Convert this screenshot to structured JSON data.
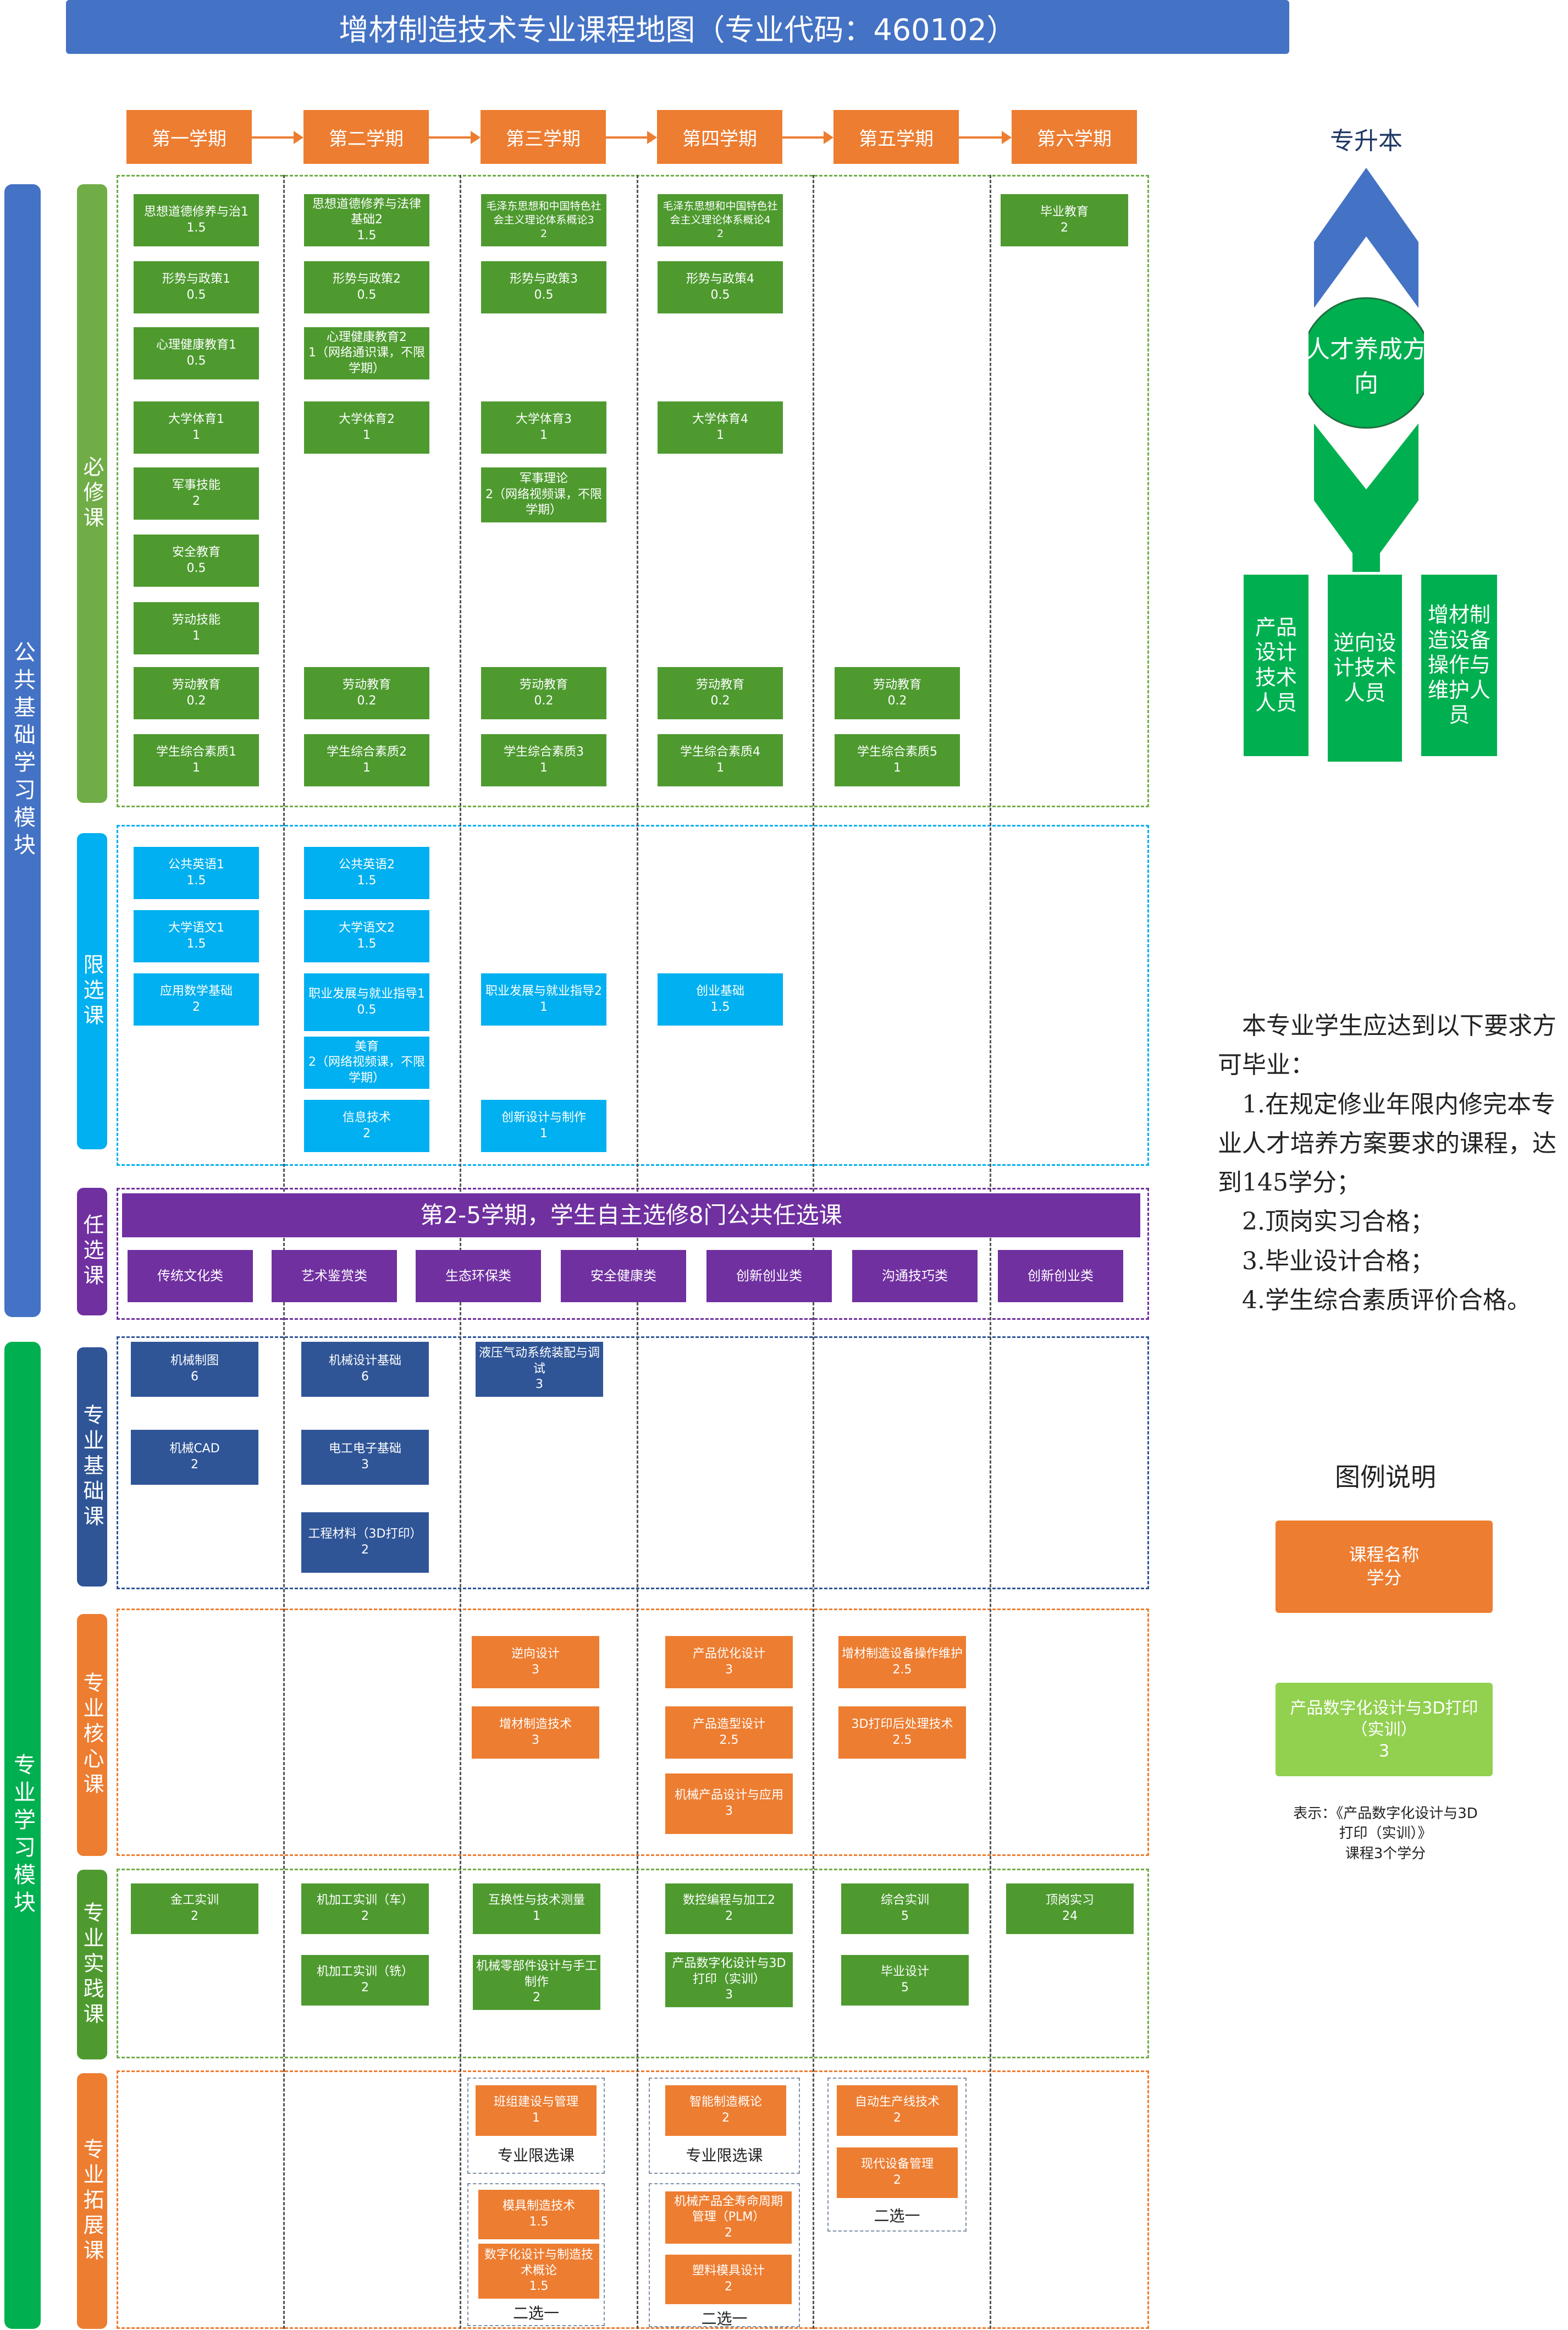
{
  "title": "增材制造技术专业课程地图（专业代码：460102）",
  "semesters": [
    "第一学期",
    "第二学期",
    "第三学期",
    "第四学期",
    "第五学期",
    "第六学期"
  ],
  "modules": {
    "public": "公共基础学习模块",
    "major": "专业学习模块"
  },
  "categories": {
    "required": "必修课",
    "limited": "限选课",
    "optional": "任选课",
    "prof_basic": "专业基础课",
    "prof_core": "专业核心课",
    "prof_practice": "专业实践课",
    "prof_extension": "专业拓展课"
  },
  "required_courses": {
    "思想道德修养与治": [
      "思想道德修养与治1",
      "1.5"
    ],
    "moral2": [
      "思想道德修养与法律基础2",
      "1.5"
    ],
    "mao3": [
      "毛泽东思想和中国特色社会主义理论体系概论3",
      "2"
    ],
    "mao4": [
      "毛泽东思想和中国特色社会主义理论体系概论4",
      "2"
    ],
    "grad_edu": [
      "毕业教育",
      "2"
    ],
    "policy1": [
      "形势与政策1",
      "0.5"
    ],
    "policy2": [
      "形势与政策2",
      "0.5"
    ],
    "policy3": [
      "形势与政策3",
      "0.5"
    ],
    "policy4": [
      "形势与政策4",
      "0.5"
    ],
    "mental1": [
      "心理健康教育1",
      "0.5"
    ],
    "mental2": [
      "心理健康教育2",
      "1（网络通识课，不限学期）"
    ],
    "pe1": [
      "大学体育1",
      "1"
    ],
    "pe2": [
      "大学体育2",
      "1"
    ],
    "pe3": [
      "大学体育3",
      "1"
    ],
    "pe4": [
      "大学体育4",
      "1"
    ],
    "military_skill": [
      "军事技能",
      "2"
    ],
    "military_theory": [
      "军事理论",
      "2（网络视频课，不限学期）"
    ],
    "safety": [
      "安全教育",
      "0.5"
    ],
    "labor_skill": [
      "劳动技能",
      "1"
    ],
    "labor": [
      "劳动教育",
      "0.2"
    ],
    "quality1": [
      "学生综合素质1",
      "1"
    ],
    "quality2": [
      "学生综合素质2",
      "1"
    ],
    "quality3": [
      "学生综合素质3",
      "1"
    ],
    "quality4": [
      "学生综合素质4",
      "1"
    ],
    "quality5": [
      "学生综合素质5",
      "1"
    ]
  },
  "limited_courses": {
    "english1": [
      "公共英语1",
      "1.5"
    ],
    "english2": [
      "公共英语2",
      "1.5"
    ],
    "chinese1": [
      "大学语文1",
      "1.5"
    ],
    "chinese2": [
      "大学语文2",
      "1.5"
    ],
    "math": [
      "应用数学基础",
      "2"
    ],
    "career1": [
      "职业发展与就业指导1",
      "0.5"
    ],
    "career2": [
      "职业发展与就业指导2",
      "1"
    ],
    "entre": [
      "创业基础",
      "1.5"
    ],
    "art": [
      "美育",
      "2（网络视频课，不限学期）"
    ],
    "it": [
      "信息技术",
      "2"
    ],
    "innov": [
      "创新设计与制作",
      "1"
    ]
  },
  "optional": {
    "banner": "第2-5学期，学生自主选修8门公共任选课",
    "items": [
      "传统文化类",
      "艺术鉴赏类",
      "生态环保类",
      "安全健康类",
      "创新创业类",
      "沟通技巧类",
      "创新创业类"
    ]
  },
  "basic_courses": {
    "drawing": [
      "机械制图",
      "6"
    ],
    "cad": [
      "机械CAD",
      "2"
    ],
    "mech_design": [
      "机械设计基础",
      "6"
    ],
    "electro": [
      "电工电子基础",
      "3"
    ],
    "material": [
      "工程材料（3D打印）",
      "2"
    ],
    "hydraulic": [
      "液压气动系统装配与调试",
      "3"
    ]
  },
  "core_courses": {
    "reverse": [
      "逆向设计",
      "3"
    ],
    "am_tech": [
      "增材制造技术",
      "3"
    ],
    "product_opt": [
      "产品优化设计",
      "3"
    ],
    "product_model": [
      "产品造型设计",
      "2.5"
    ],
    "mech_product": [
      "机械产品设计与应用",
      "3"
    ],
    "am_equip": [
      "增材制造设备操作维护",
      "2.5"
    ],
    "post": [
      "3D打印后处理技术",
      "2.5"
    ]
  },
  "practice_courses": {
    "metal": [
      "金工实训",
      "2"
    ],
    "lathe": [
      "机加工实训（车）",
      "2"
    ],
    "mill": [
      "机加工实训（铣）",
      "2"
    ],
    "tolerance": [
      "互换性与技术测量",
      "1"
    ],
    "parts": [
      "机械零部件设计与手工制作",
      "2"
    ],
    "cnc": [
      "数控编程与加工2",
      "2"
    ],
    "digital": [
      "产品数字化设计与3D打印（实训）",
      "3"
    ],
    "comprehensive": [
      "综合实训",
      "5"
    ],
    "thesis": [
      "毕业设计",
      "5"
    ],
    "intern": [
      "顶岗实习",
      "24"
    ]
  },
  "extension_courses": {
    "team": [
      "班组建设与管理",
      "1"
    ],
    "mold_tech": [
      "模具制造技术",
      "1.5"
    ],
    "digital_intro": [
      "数字化设计与制造技术概论",
      "1.5"
    ],
    "smart": [
      "智能制造概论",
      "2"
    ],
    "plm": [
      "机械产品全寿命周期管理（PLM）",
      "2"
    ],
    "plastic": [
      "塑料模具设计",
      "2"
    ],
    "auto_line": [
      "自动生产线技术",
      "2"
    ],
    "modern_equip": [
      "现代设备管理",
      "2"
    ]
  },
  "sub_labels": {
    "limited": "专业限选课",
    "choose": "二选一"
  },
  "direction": {
    "top": "专升本",
    "center": "人才养成方向",
    "roles": [
      "产品设计技术人员",
      "逆向设计技术人员",
      "增材制造设备操作与维护人员"
    ]
  },
  "requirements": {
    "intro": "本专业学生应达到以下要求方可毕业：",
    "items": [
      "1.在规定修业年限内修完本专业人才培养方案要求的课程，达到145学分；",
      "2.顶岗实习合格；",
      "3.毕业设计合格；",
      "4.学生综合素质评价合格。"
    ]
  },
  "legend": {
    "title": "图例说明",
    "box1_line1": "课程名称",
    "box1_line2": "学分",
    "box2_line1": "产品数字化设计与3D打印",
    "box2_line2": "（实训）",
    "box2_line3": "3",
    "note1": "表示：《产品数字化设计与3D",
    "note2": "打印（实训）》",
    "note3": "课程3个学分"
  },
  "colors": {
    "title": "#4472c4",
    "semester": "#ed7d31",
    "required": "#4e9a2f",
    "limited": "#00b0f0",
    "optional": "#7030a0",
    "basic": "#2f5597",
    "core": "#ed7d31",
    "practice": "#4e9a2f",
    "extension": "#ed7d31",
    "major_module": "#00b050",
    "public_module": "#4472c4"
  }
}
